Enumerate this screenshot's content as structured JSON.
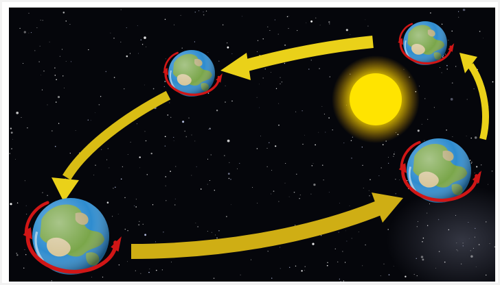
{
  "diagram": {
    "orbit_sequence": [
      "earth-top-right",
      "earth-top-left",
      "earth-bottom-left",
      "earth-right"
    ],
    "colors": {
      "space": "#05060b",
      "sun_core": "#ffe400",
      "sun_glow": "#ffd000",
      "arrow": "#ead119",
      "arrow_shade": "#c4a514",
      "rotation_arrow": "#d01616",
      "ocean": "#2e8ccf",
      "land": "#7aa64a",
      "desert": "#d7c79c",
      "frame": "#f2f2f2"
    },
    "icons": {
      "sun": "sun-icon",
      "earth": "earth-icon",
      "rotation": "rotation-arrow-icon",
      "orbit": "orbit-arrow-icon"
    }
  }
}
